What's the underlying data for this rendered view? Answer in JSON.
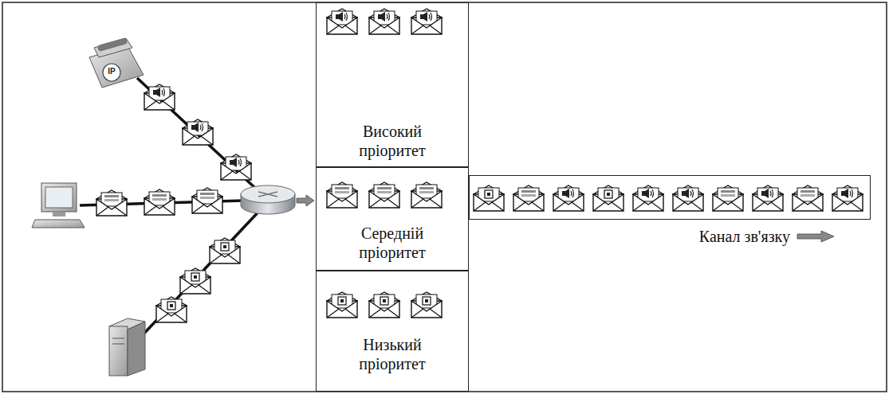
{
  "diagram": {
    "nodes": [
      {
        "text": [
          "Високий пріоритет"
        ]
      },
      {
        "text": [
          "Середній пріоритет"
        ]
      },
      {
        "text": [
          "Низький пріоритет"
        ]
      },
      {
        "text": [
          "Канал зв'язку"
        ]
      }
    ],
    "labels": [
      "IP"
    ]
  }
}
